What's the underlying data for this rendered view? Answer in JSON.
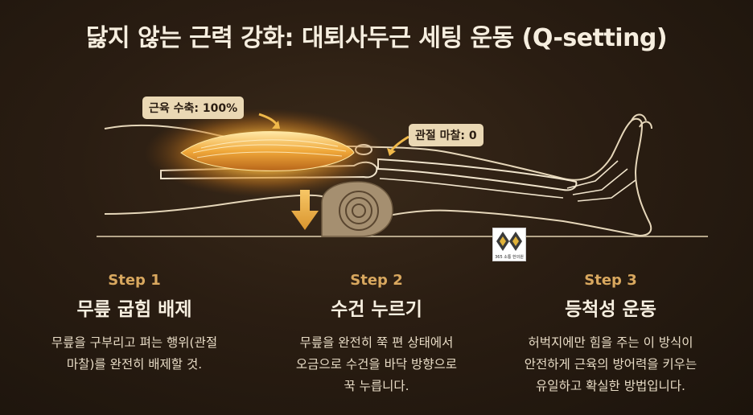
{
  "title": "닳지 않는 근력 강화: 대퇴사두근 세팅 운동 (Q-setting)",
  "callouts": {
    "muscle": "근육 수축: 100%",
    "joint": "관절 마찰: 0"
  },
  "logo": {
    "text": "365 소통 한의원"
  },
  "steps": [
    {
      "label": "Step 1",
      "heading": "무릎 굽힘 배제",
      "desc_line1": "무릎을 구부리고 펴는 행위(관절",
      "desc_line2": "마찰)를 완전히 배제할 것."
    },
    {
      "label": "Step 2",
      "heading": "수건 누르기",
      "desc_line1": "무릎을 완전히 쭉 편 상태에서",
      "desc_line2": "오금으로 수건을 바닥 방향으로",
      "desc_line3": "꾹 누릅니다."
    },
    {
      "label": "Step 3",
      "heading": "등척성 운동",
      "desc_line1": "허벅지에만 힘을 주는 이 방식이",
      "desc_line2": "안전하게 근육의 방어력을 키우는",
      "desc_line3": "유일하고 확실한 방법입니다."
    }
  ],
  "colors": {
    "accent": "#d9a85f",
    "callout_bg": "#ead8b4",
    "background": "#2a1d12",
    "glow": "#f5b942"
  }
}
